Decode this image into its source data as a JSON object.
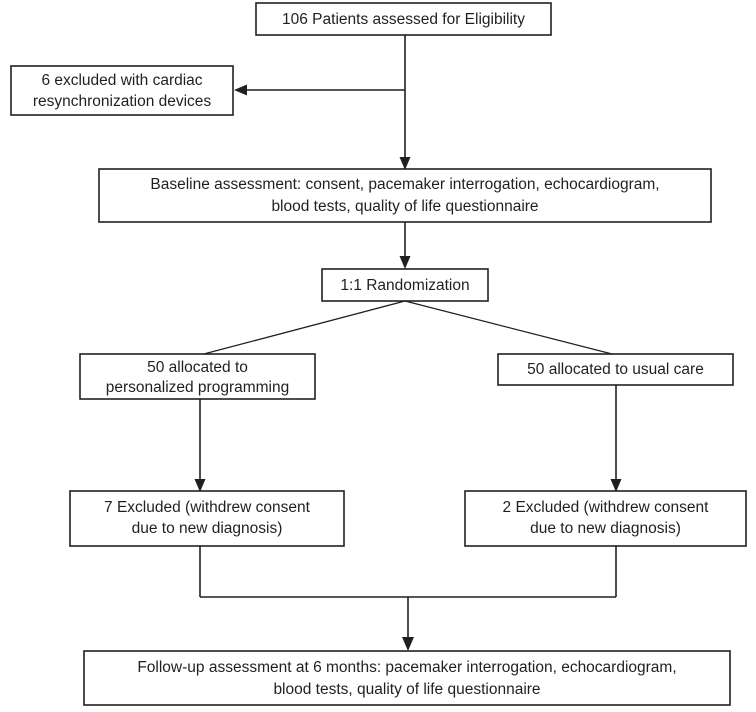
{
  "diagram": {
    "type": "flowchart",
    "title": "CONSORT participant flow diagram",
    "background_color": "#ffffff",
    "line_color": "#231f20",
    "box_fill": "#ffffff",
    "nodes": {
      "eligibility": {
        "line1": "106 Patients assessed for Eligibility"
      },
      "excluded_crt": {
        "line1": "6 excluded with cardiac",
        "line2": "resynchronization devices"
      },
      "baseline": {
        "line1": "Baseline assessment: consent, pacemaker interrogation, echocardiogram,",
        "line2": "blood tests, quality of life questionnaire"
      },
      "randomization": {
        "line1": "1:1 Randomization"
      },
      "alloc_personalized": {
        "line1": "50 allocated to",
        "line2": "personalized programming"
      },
      "alloc_usual": {
        "line1": "50 allocated to usual care"
      },
      "excluded_left": {
        "line1": "7 Excluded (withdrew consent",
        "line2": "due to new diagnosis)"
      },
      "excluded_right": {
        "line1": "2 Excluded (withdrew consent",
        "line2": "due to new diagnosis)"
      },
      "followup": {
        "line1": "Follow-up assessment at 6 months: pacemaker interrogation, echocardiogram,",
        "line2": "blood tests, quality of life questionnaire"
      }
    },
    "counts": {
      "assessed": 106,
      "excluded_devices": 6,
      "allocated_intervention": 50,
      "allocated_control": 50,
      "withdrew_intervention": 7,
      "withdrew_control": 2,
      "followup_months": 6,
      "randomization_ratio": "1:1"
    }
  }
}
